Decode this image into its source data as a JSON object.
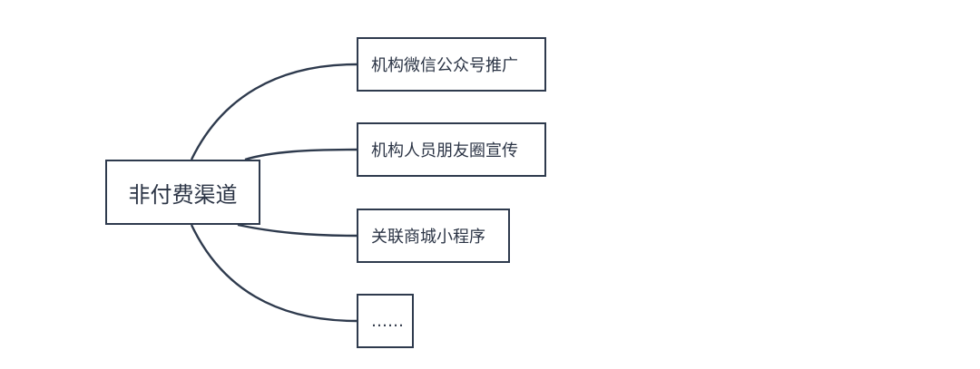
{
  "diagram": {
    "root": {
      "label": "非付费渠道"
    },
    "children": [
      {
        "label": "机构微信公众号推广"
      },
      {
        "label": "机构人员朋友圈宣传"
      },
      {
        "label": "关联商城小程序"
      },
      {
        "label": "……"
      }
    ],
    "colors": {
      "border": "#2e3a4d",
      "connector": "#2e3a4d",
      "text": "#2b3445",
      "background": "#ffffff"
    }
  }
}
